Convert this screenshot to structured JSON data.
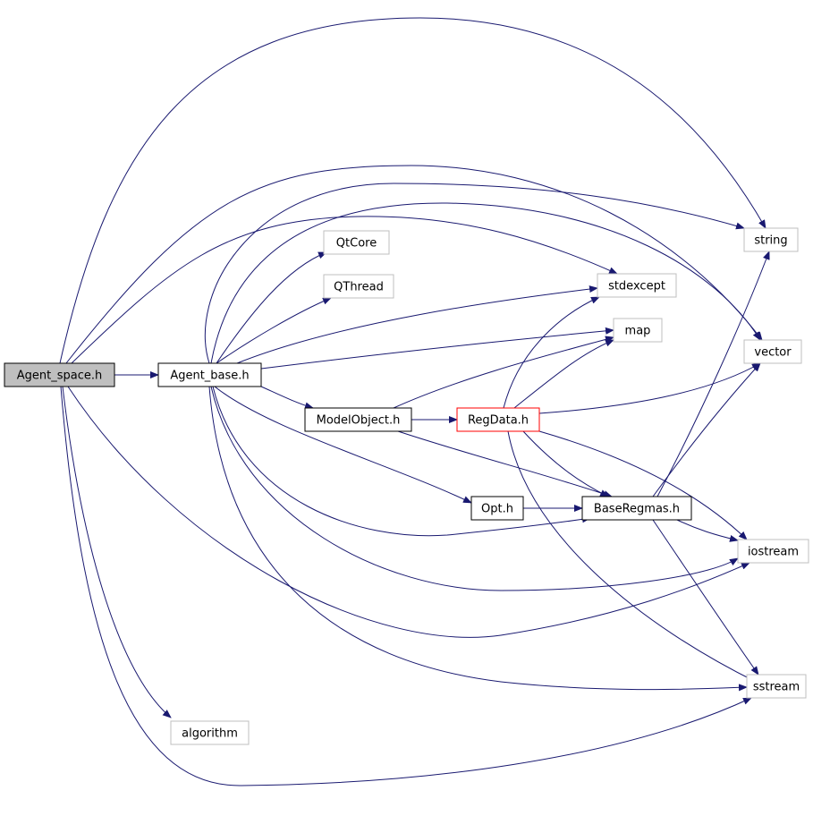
{
  "graph": {
    "colors": {
      "edge": "#191970",
      "root_fill": "#bfbfbf",
      "documented_border": "#000000",
      "external_border": "#bfbfbf",
      "incomplete_border": "#ff0000"
    },
    "nodes": [
      {
        "id": "agent_space",
        "label": "Agent_space.h",
        "kind": "root"
      },
      {
        "id": "agent_base",
        "label": "Agent_base.h",
        "kind": "documented"
      },
      {
        "id": "qtcore",
        "label": "QtCore",
        "kind": "external"
      },
      {
        "id": "qthread",
        "label": "QThread",
        "kind": "external"
      },
      {
        "id": "modelobject",
        "label": "ModelObject.h",
        "kind": "documented"
      },
      {
        "id": "regdata",
        "label": "RegData.h",
        "kind": "incomplete"
      },
      {
        "id": "opt",
        "label": "Opt.h",
        "kind": "documented"
      },
      {
        "id": "baseregmas",
        "label": "BaseRegmas.h",
        "kind": "documented"
      },
      {
        "id": "string",
        "label": "string",
        "kind": "external"
      },
      {
        "id": "stdexcept",
        "label": "stdexcept",
        "kind": "external"
      },
      {
        "id": "map",
        "label": "map",
        "kind": "external"
      },
      {
        "id": "vector",
        "label": "vector",
        "kind": "external"
      },
      {
        "id": "iostream",
        "label": "iostream",
        "kind": "external"
      },
      {
        "id": "sstream",
        "label": "sstream",
        "kind": "external"
      },
      {
        "id": "algorithm",
        "label": "algorithm",
        "kind": "external"
      }
    ],
    "edges": [
      {
        "from": "agent_space",
        "to": "agent_base"
      },
      {
        "from": "agent_space",
        "to": "string"
      },
      {
        "from": "agent_space",
        "to": "stdexcept"
      },
      {
        "from": "agent_space",
        "to": "vector"
      },
      {
        "from": "agent_space",
        "to": "iostream"
      },
      {
        "from": "agent_space",
        "to": "sstream"
      },
      {
        "from": "agent_space",
        "to": "algorithm"
      },
      {
        "from": "agent_base",
        "to": "qtcore"
      },
      {
        "from": "agent_base",
        "to": "qthread"
      },
      {
        "from": "agent_base",
        "to": "string"
      },
      {
        "from": "agent_base",
        "to": "vector"
      },
      {
        "from": "agent_base",
        "to": "stdexcept"
      },
      {
        "from": "agent_base",
        "to": "map"
      },
      {
        "from": "agent_base",
        "to": "modelobject"
      },
      {
        "from": "agent_base",
        "to": "opt"
      },
      {
        "from": "agent_base",
        "to": "baseregmas"
      },
      {
        "from": "agent_base",
        "to": "iostream"
      },
      {
        "from": "agent_base",
        "to": "sstream"
      },
      {
        "from": "modelobject",
        "to": "regdata"
      },
      {
        "from": "modelobject",
        "to": "map"
      },
      {
        "from": "modelobject",
        "to": "baseregmas"
      },
      {
        "from": "regdata",
        "to": "stdexcept"
      },
      {
        "from": "regdata",
        "to": "map"
      },
      {
        "from": "regdata",
        "to": "vector"
      },
      {
        "from": "regdata",
        "to": "baseregmas"
      },
      {
        "from": "regdata",
        "to": "iostream"
      },
      {
        "from": "regdata",
        "to": "sstream"
      },
      {
        "from": "opt",
        "to": "baseregmas"
      },
      {
        "from": "baseregmas",
        "to": "string"
      },
      {
        "from": "baseregmas",
        "to": "vector"
      },
      {
        "from": "baseregmas",
        "to": "iostream"
      },
      {
        "from": "baseregmas",
        "to": "sstream"
      }
    ]
  }
}
